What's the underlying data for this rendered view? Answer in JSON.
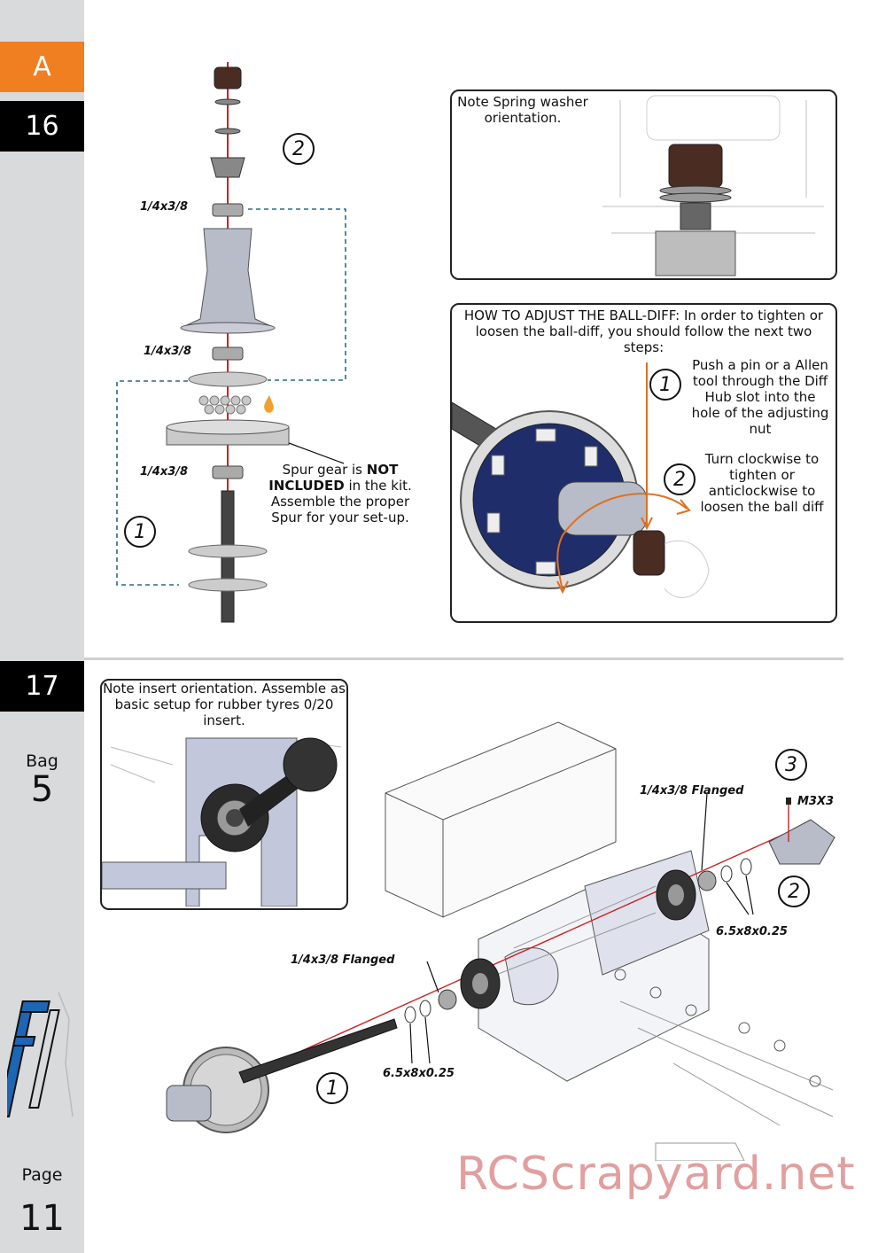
{
  "sidebar": {
    "section_letter": "A",
    "step_16": "16",
    "step_17": "17",
    "bag_label": "Bag",
    "bag_number": "5",
    "page_label": "Page",
    "page_number": "11"
  },
  "step16": {
    "exploded_labels": [
      "1/4x3/8",
      "1/4x3/8",
      "1/4x3/8"
    ],
    "callouts": [
      "2",
      "1"
    ],
    "spur_note": {
      "before": "Spur gear is ",
      "bold": "NOT INCLUDED",
      "after": " in the kit. Assemble the proper Spur for your set-up."
    },
    "spring_washer_note": "Note Spring washer orientation.",
    "ball_diff": {
      "title": "HOW TO ADJUST THE BALL-DIFF: In order to tighten or loosen the ball-diff, you should follow the next two steps:",
      "step1_num": "1",
      "step1_text": "Push a pin or a Allen tool through the Diff Hub slot into the hole of the adjusting nut",
      "step2_num": "2",
      "step2_text": "Turn clockwise to tighten or anticlockwise to loosen the ball diff"
    }
  },
  "step17": {
    "insert_note": "Note insert orientation. Assemble as basic setup for rubber tyres 0/20 insert.",
    "labels": {
      "flanged_top": "1/4x3/8 Flanged",
      "m3x3": "M3X3",
      "shim_right": "6.5x8x0.25",
      "flanged_left": "1/4x3/8 Flanged",
      "shim_left": "6.5x8x0.25"
    },
    "callouts": [
      "3",
      "2",
      "1"
    ]
  },
  "watermark": "RCScrapyard.net",
  "colors": {
    "accent": "#f07f22",
    "sidebar": "#d9dadc",
    "step_box": "#000000",
    "dashed_line": "#2a6a8a",
    "axis_line": "#cc2222"
  }
}
